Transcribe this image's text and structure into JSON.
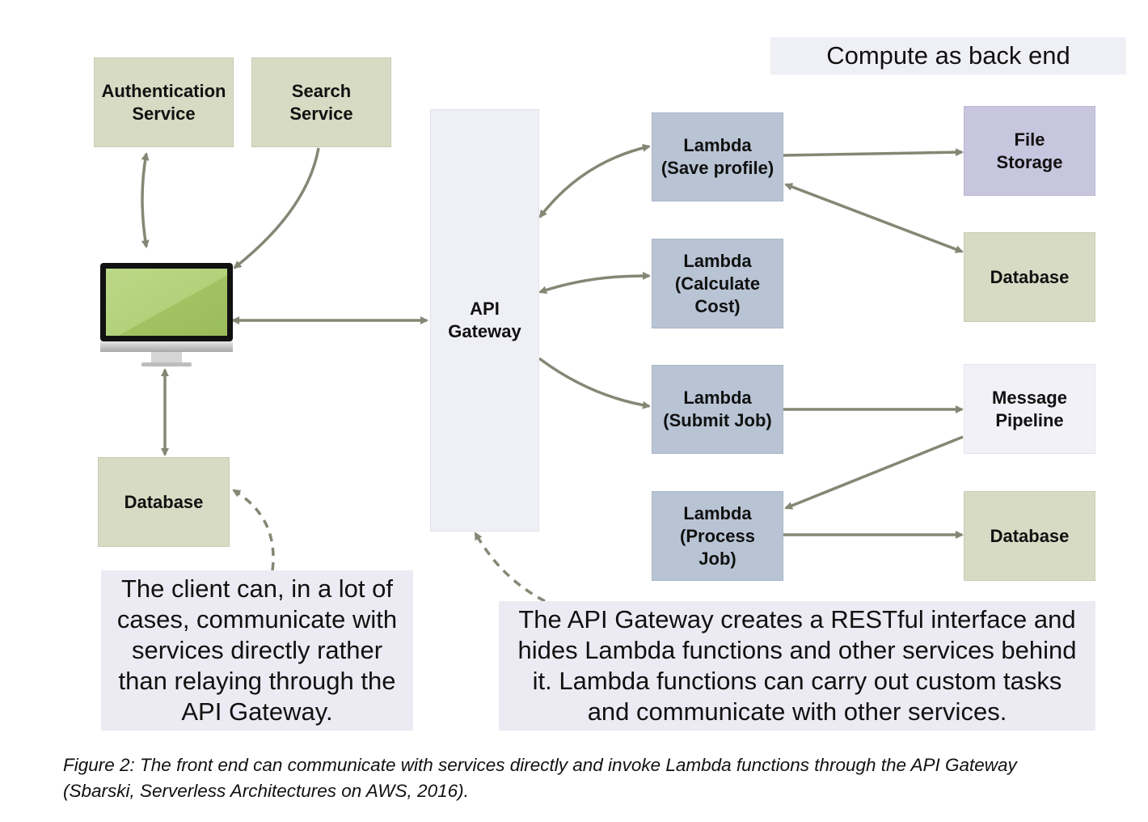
{
  "heading": "Compute as back end",
  "left_services": {
    "auth": "Authentication\nService",
    "search": "Search\nService",
    "database": "Database"
  },
  "gateway": "API\nGateway",
  "lambdas": {
    "save_profile": "Lambda\n(Save profile)",
    "calculate_cost": "Lambda\n(Calculate\nCost)",
    "submit_job": "Lambda\n(Submit Job)",
    "process_job": "Lambda\n(Process\nJob)"
  },
  "backend": {
    "file_storage": "File\nStorage",
    "database_1": "Database",
    "message_pipeline": "Message\nPipeline",
    "database_2": "Database"
  },
  "notes": {
    "client": "The client can, in a lot of\ncases, communicate with\nservices directly rather\nthan relaying through the\nAPI Gateway.",
    "gateway": "The API Gateway creates a RESTful interface and\nhides Lambda functions and other services behind\nit. Lambda functions can carry out custom tasks\nand communicate with other services."
  },
  "caption": "Figure 2: The front end can communicate with services directly and invoke Lambda functions through the API Gateway\n(Sbarski, Serverless Architectures on AWS, 2016).",
  "colors": {
    "arrow": "#858775",
    "green_box": "#d8dbc4",
    "lambda_box": "#b8c4d4",
    "storage_box": "#c8c6df",
    "pale_box": "#f2f1f7",
    "screen": "#a9c766"
  }
}
